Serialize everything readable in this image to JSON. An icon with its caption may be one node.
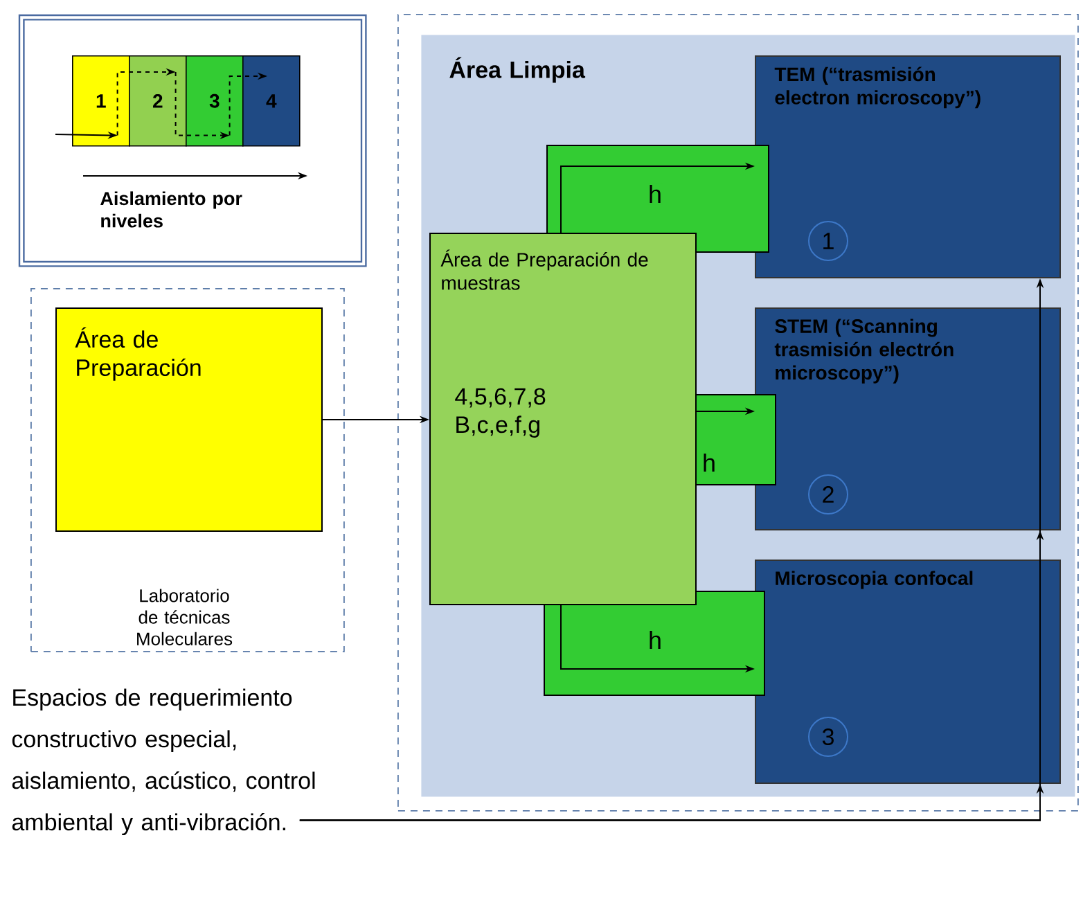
{
  "diagram": {
    "nodes": [
      {
        "text": [
          "Aislamiento por niveles"
        ]
      },
      {
        "text": [
          "1"
        ],
        "in": 0
      },
      {
        "text": [
          "2"
        ],
        "in": 0
      },
      {
        "text": [
          "3"
        ],
        "in": 0
      },
      {
        "text": [
          "4"
        ],
        "in": 0
      },
      {
        "text": [
          "Laboratorio de técnicas Moleculares"
        ]
      },
      {
        "text": [
          "Área de Preparación"
        ],
        "in": 5
      },
      {
        "text": [],
        "shape": "box"
      },
      {
        "text": [
          "Área Limpia"
        ],
        "in": 7
      },
      {
        "text": [
          "Área de Preparación de muestras",
          "4,5,6,7,8 B,c,e,f,g"
        ],
        "in": 8
      },
      {
        "text": [
          "TEM (“trasmisión electron microscopy”)"
        ],
        "in": 8
      },
      {
        "text": [
          "1"
        ],
        "in": 10
      },
      {
        "text": [
          "STEM (“Scanning trasmisión electrón microscopy”)"
        ],
        "in": 8
      },
      {
        "text": [
          "2"
        ],
        "in": 12
      },
      {
        "text": [
          "Microscopia confocal"
        ],
        "in": 8
      },
      {
        "text": [
          "3"
        ],
        "in": 14
      },
      {
        "text": [
          "Espacios de requerimiento constructivo especial, aislamiento, acústico, control ambiental y anti-vibración."
        ]
      }
    ],
    "edges": [
      {
        "from": null,
        "to": 1,
        "arrow": "to"
      },
      {
        "from": 1,
        "to": 2,
        "arrow": "to",
        "style": "dashed"
      },
      {
        "from": 2,
        "to": 3,
        "arrow": "to",
        "style": "dashed"
      },
      {
        "from": 3,
        "to": 4,
        "arrow": "to",
        "style": "dashed"
      },
      {
        "from": 6,
        "to": 9,
        "arrow": "to"
      },
      {
        "from": 9,
        "to": 10,
        "label": "h",
        "arrow": "to"
      },
      {
        "from": 9,
        "to": 12,
        "label": "h",
        "arrow": "to"
      },
      {
        "from": 9,
        "to": 14,
        "label": "h",
        "arrow": "to"
      },
      {
        "from": 16,
        "to": 10,
        "arrow": "to"
      },
      {
        "from": 16,
        "to": 12,
        "arrow": "to"
      },
      {
        "from": 16,
        "to": 14,
        "arrow": "to"
      }
    ]
  }
}
